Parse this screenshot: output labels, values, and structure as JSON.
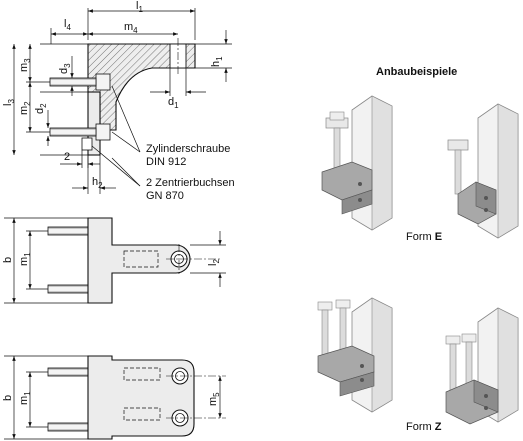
{
  "dimensions": {
    "l1": "l",
    "l1_sub": "1",
    "l4": "l",
    "l4_sub": "4",
    "m4": "m",
    "m4_sub": "4",
    "m3": "m",
    "m3_sub": "3",
    "d3": "d",
    "d3_sub": "3",
    "h1": "h",
    "h1_sub": "1",
    "d1": "d",
    "d1_sub": "1",
    "l3": "l",
    "l3_sub": "3",
    "m2": "m",
    "m2_sub": "2",
    "d2": "d",
    "d2_sub": "2",
    "two": "2",
    "h2": "h",
    "h2_sub": "2",
    "b_top": "b",
    "m1_top": "m",
    "m1_top_sub": "1",
    "l2": "l",
    "l2_sub": "2",
    "b_bottom": "b",
    "m1_bottom": "m",
    "m1_bottom_sub": "1",
    "m5": "m",
    "m5_sub": "5"
  },
  "callouts": {
    "screw_line1": "Zylinderschraube",
    "screw_line2": "DIN 912",
    "bushing_line1": "2 Zentrierbuchsen",
    "bushing_line2": "GN 870"
  },
  "examples": {
    "heading": "Anbaubeispiele",
    "form_e_prefix": "Form ",
    "form_e_letter": "E",
    "form_z_prefix": "Form ",
    "form_z_letter": "Z"
  },
  "colors": {
    "part_fill": "#ececec",
    "line": "#111111",
    "iso_light": "#e6e6e6",
    "iso_dark": "#9a9a9a"
  }
}
